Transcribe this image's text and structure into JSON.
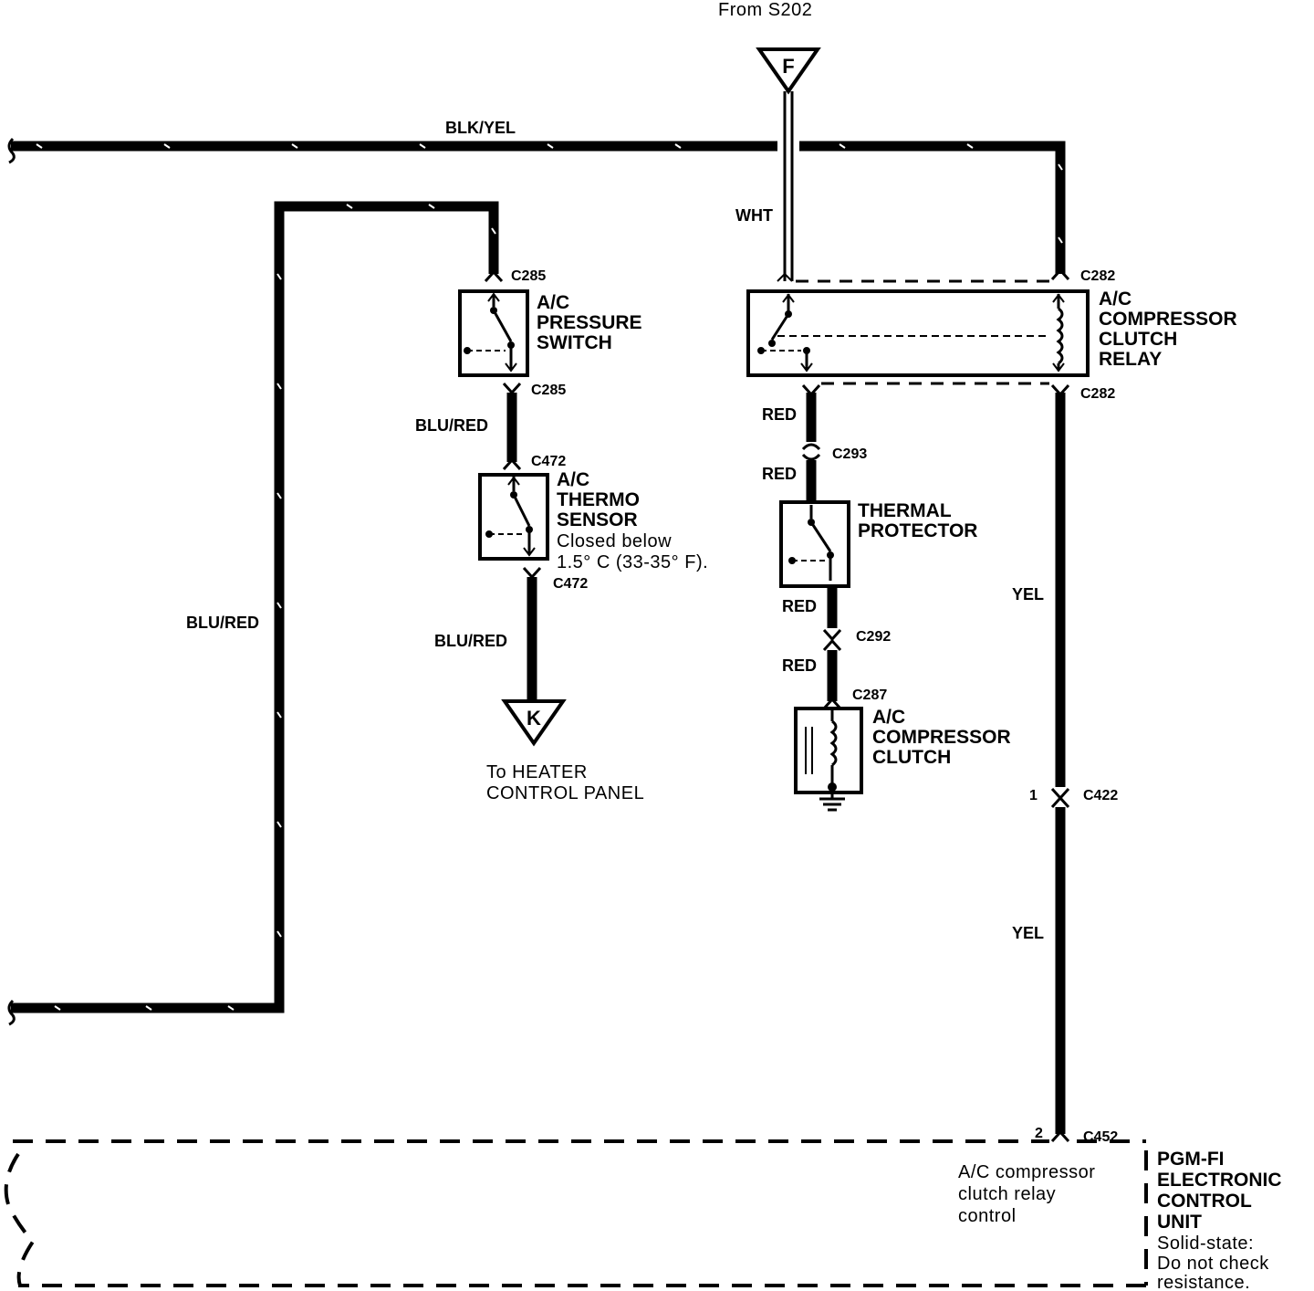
{
  "source": {
    "label": "From S202",
    "terminal": "F"
  },
  "destination_k": {
    "terminal": "K",
    "label_lines": [
      "To HEATER",
      "CONTROL PANEL"
    ]
  },
  "wires": {
    "blk_yel": "BLK/YEL",
    "wht": "WHT",
    "blu_red_left": "BLU/RED",
    "blu_red_mid": "BLU/RED",
    "blu_red_low": "BLU/RED",
    "red_1": "RED",
    "red_2": "RED",
    "red_3": "RED",
    "red_4": "RED",
    "yel_1": "YEL",
    "yel_2": "YEL"
  },
  "connectors": {
    "c285_top": "C285",
    "c285_bot": "C285",
    "c472_top": "C472",
    "c472_bot": "C472",
    "c282_top": "C282",
    "c282_bot": "C282",
    "c293": "C293",
    "c292": "C292",
    "c287": "C287",
    "c422": "C422",
    "c422_pin": "1",
    "c452": "C452",
    "c452_pin": "2"
  },
  "components": {
    "pressure_switch": [
      "A/C",
      "PRESSURE",
      "SWITCH"
    ],
    "thermo_sensor": [
      "A/C",
      "THERMO",
      "SENSOR"
    ],
    "thermo_note": [
      "Closed below",
      "1.5° C (33-35° F)."
    ],
    "relay": [
      "A/C",
      "COMPRESSOR",
      "CLUTCH",
      "RELAY"
    ],
    "thermal_protector": [
      "THERMAL",
      "PROTECTOR"
    ],
    "clutch": [
      "A/C",
      "COMPRESSOR",
      "CLUTCH"
    ],
    "ecu": [
      "PGM-FI",
      "ELECTRONIC",
      "CONTROL",
      "UNIT"
    ],
    "ecu_note": [
      "Solid-state:",
      "Do not check",
      "resistance."
    ],
    "ecu_pin_label": [
      "A/C compressor",
      "clutch relay",
      "control"
    ]
  }
}
